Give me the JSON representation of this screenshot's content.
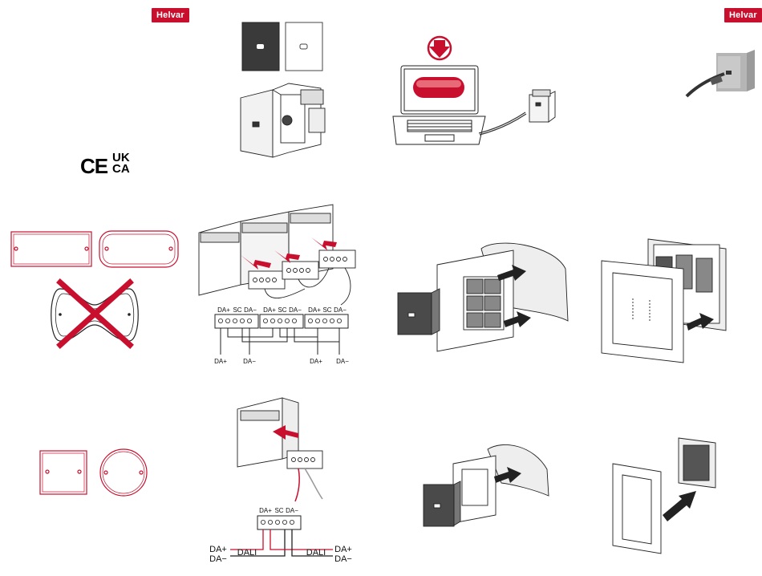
{
  "brand": {
    "logo_text": "Helvar",
    "logo_color": "#c8102e"
  },
  "certification": {
    "ce_mark": "CE",
    "ukca_line1": "UK",
    "ukca_line2": "CA"
  },
  "wiring_multi": {
    "terminal_labels": [
      "DA+",
      "SC",
      "DA−",
      "DA+",
      "SC",
      "DA−",
      "DA+",
      "SC",
      "DA−"
    ],
    "bottom_labels": [
      "DA+",
      "DA−",
      "DA+",
      "DA−"
    ]
  },
  "wiring_single": {
    "terminal_labels": [
      "DA+",
      "SC",
      "DA−"
    ],
    "left_labels": [
      "DA+",
      "DA−"
    ],
    "right_labels": [
      "DA+",
      "DA−"
    ],
    "bus_label_left": "DALI",
    "bus_label_right": "DALI"
  },
  "colors": {
    "accent": "#c8102e",
    "line": "#222222",
    "device_dark": "#3a3a3a",
    "panel_grey": "#bfbfbf"
  },
  "icons": {
    "download": "download-arrow-icon",
    "prohibited": "cross-icon"
  }
}
